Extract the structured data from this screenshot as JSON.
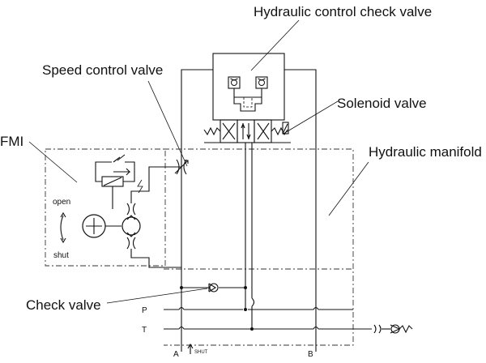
{
  "diagram": {
    "labels": {
      "hcv": "Hydraulic control check valve",
      "scv": "Speed control valve",
      "sol": "Solenoid valve",
      "fmi": "FMI",
      "manifold": "Hydraulic manifold",
      "check": "Check valve",
      "p": "P",
      "t": "T",
      "a": "A",
      "b": "B",
      "shut_small": "SHUT",
      "open": "open",
      "shut": "shut"
    },
    "icons": {
      "check_valve": "check-valve-icon",
      "throttle": "adjustable-throttle-icon",
      "motor": "motor-icon",
      "pump": "pump-icon",
      "solenoid": "solenoid-icon",
      "spring": "spring-icon"
    },
    "colors": {
      "line": "#111111",
      "background": "#ffffff"
    }
  }
}
